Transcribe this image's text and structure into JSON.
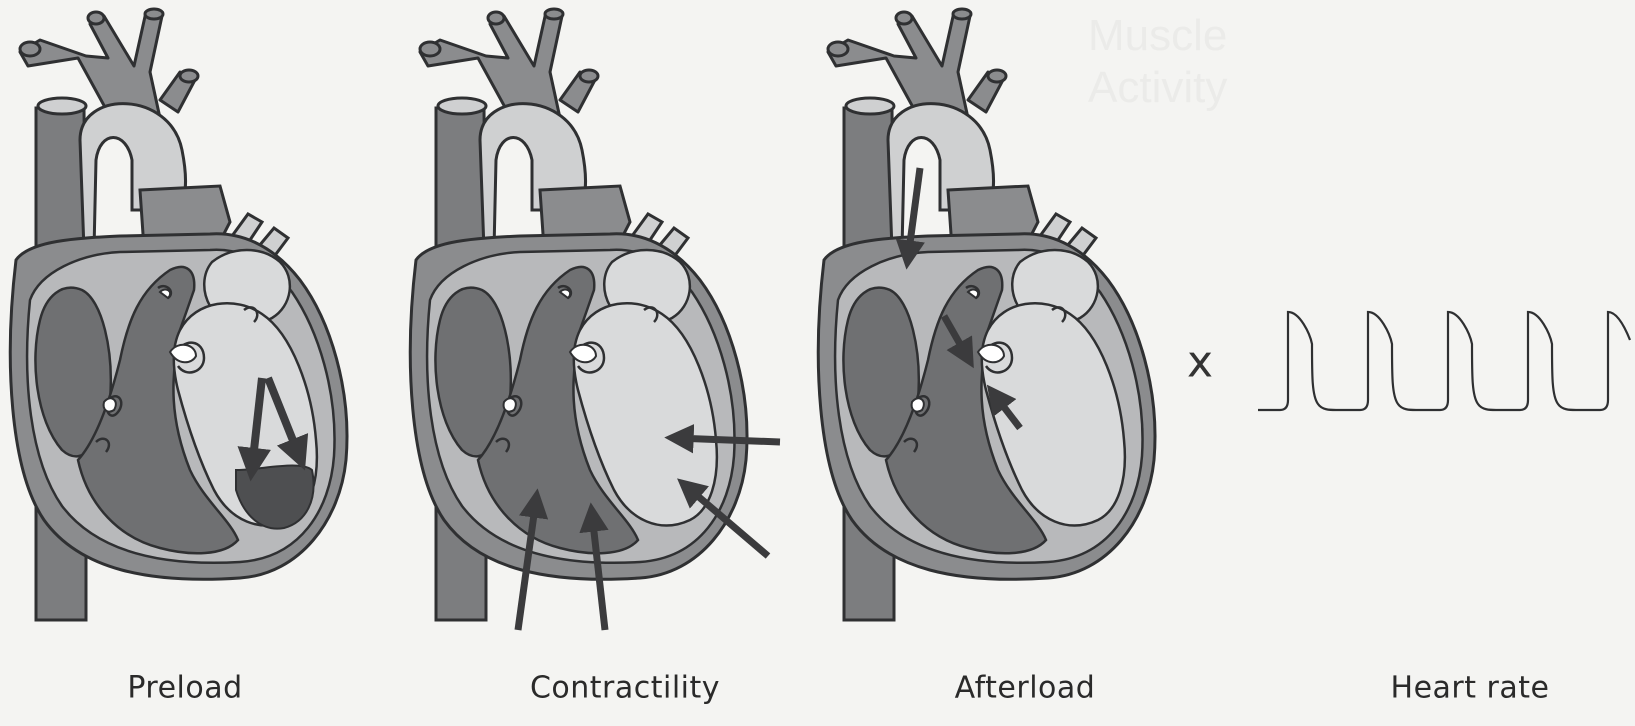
{
  "labels": {
    "preload": "Preload",
    "contractility": "Contractility",
    "afterload": "Afterload",
    "heart_rate": "Heart rate"
  },
  "multiply_symbol": "x",
  "bleed_through_text": "Muscle\nActivity",
  "colors": {
    "background": "#f4f4f2",
    "dark_tissue": "#6f7072",
    "mid_tissue": "#8b8c8e",
    "light_chamber": "#d9dadb",
    "pale_chamber": "#b8b9bb",
    "very_dark": "#4e4f51",
    "outline": "#2f3032",
    "arrow": "#3b3b3d"
  }
}
